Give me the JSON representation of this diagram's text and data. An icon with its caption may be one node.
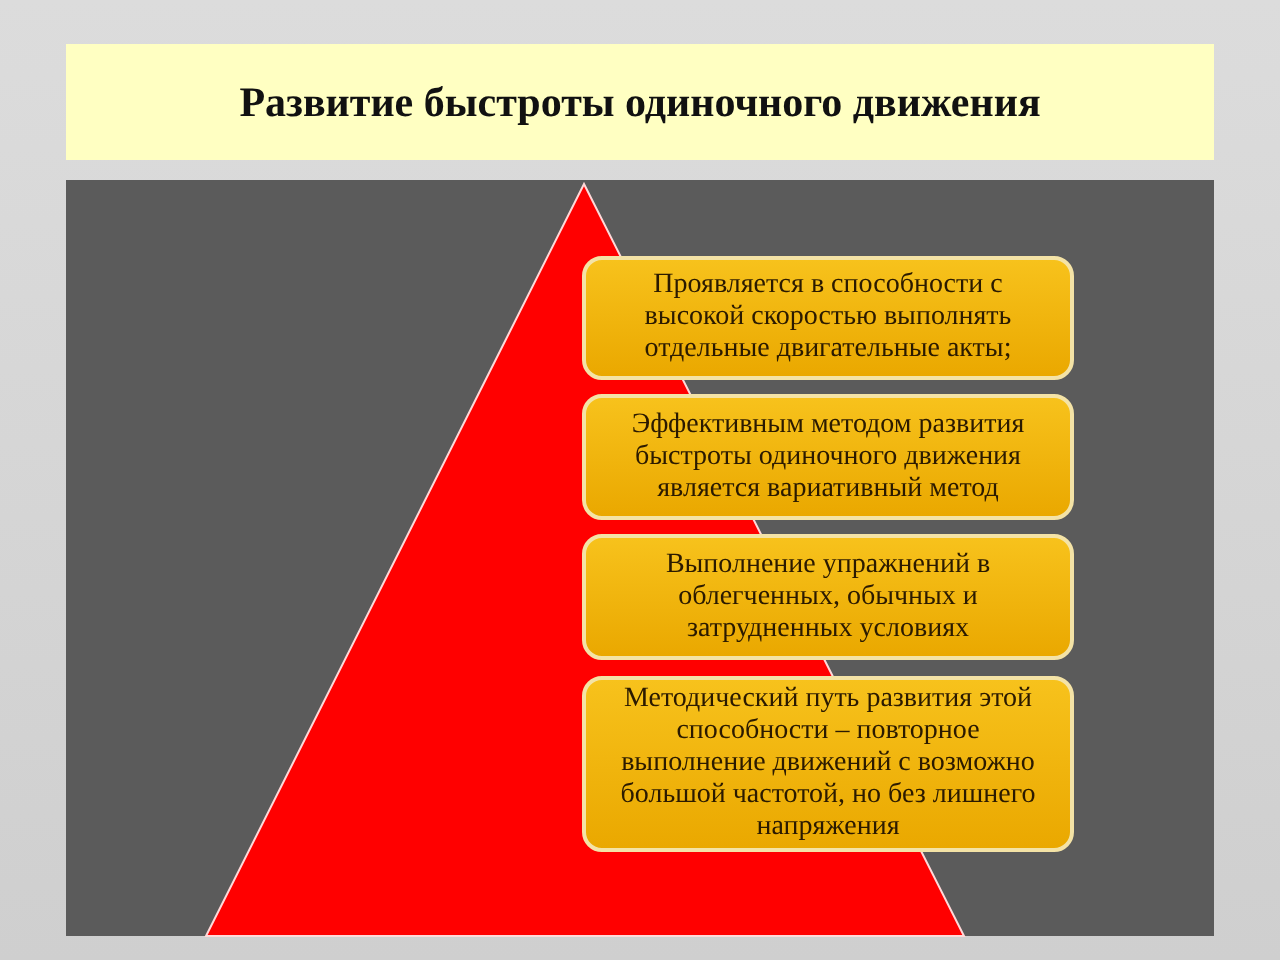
{
  "diagram": {
    "title": "Развитие быстроты одиночного движения",
    "nodes": [
      {
        "text": [
          "Проявляется в способности с высокой скоростью выполнять отдельные двигательные акты;"
        ]
      },
      {
        "text": [
          "Эффективным методом развития быстроты одиночного движения является вариативный метод"
        ]
      },
      {
        "text": [
          "Выполнение упражнений в облегченных, обычных и затрудненных условиях"
        ]
      },
      {
        "text": [
          "Методический путь развития этой способности – повторное выполнение движений с возможно большой частотой, но без лишнего напряжения"
        ]
      }
    ],
    "edges": []
  }
}
